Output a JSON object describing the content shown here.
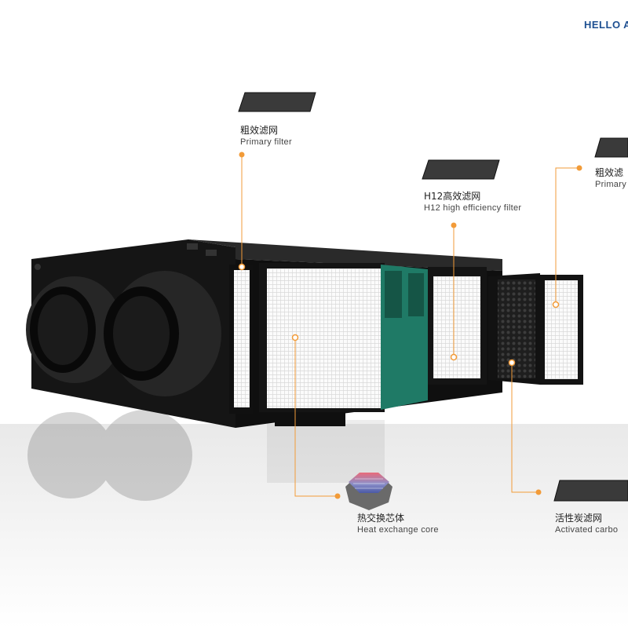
{
  "brand": {
    "text": "HELLO A"
  },
  "colors": {
    "accent": "#f29b38",
    "brand": "#1d4f91",
    "core_green": "#1f7a66"
  },
  "callouts": [
    {
      "cn": "粗效滤网",
      "en": "Primary filter"
    },
    {
      "cn": "H12高效滤网",
      "en": "H12 high efficiency filter"
    },
    {
      "cn": "粗效滤",
      "en": "Primary"
    },
    {
      "cn": "热交换芯体",
      "en": "Heat exchange core"
    },
    {
      "cn": "活性炭滤网",
      "en": "Activated carbo"
    }
  ],
  "icons": [
    "heat-exchange-core-icon"
  ]
}
